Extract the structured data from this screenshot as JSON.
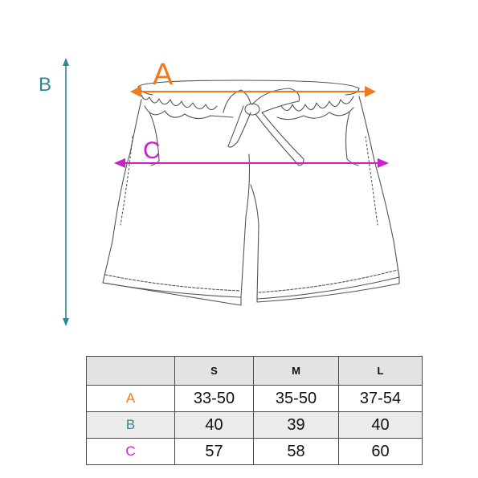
{
  "colors": {
    "a": "#f07a1c",
    "b": "#2e8794",
    "c": "#cc1fcc",
    "line": "#555555",
    "table_header_bg": "#e3e3e3",
    "table_shade_bg": "#ebebeb"
  },
  "labels": {
    "a": "A",
    "b": "B",
    "c": "C"
  },
  "table": {
    "corner": "",
    "sizes": [
      "S",
      "M",
      "L"
    ],
    "rows": [
      {
        "label": "A",
        "values": [
          "33-50",
          "35-50",
          "37-54"
        ]
      },
      {
        "label": "B",
        "values": [
          "40",
          "39",
          "40"
        ]
      },
      {
        "label": "C",
        "values": [
          "57",
          "58",
          "60"
        ]
      }
    ]
  }
}
